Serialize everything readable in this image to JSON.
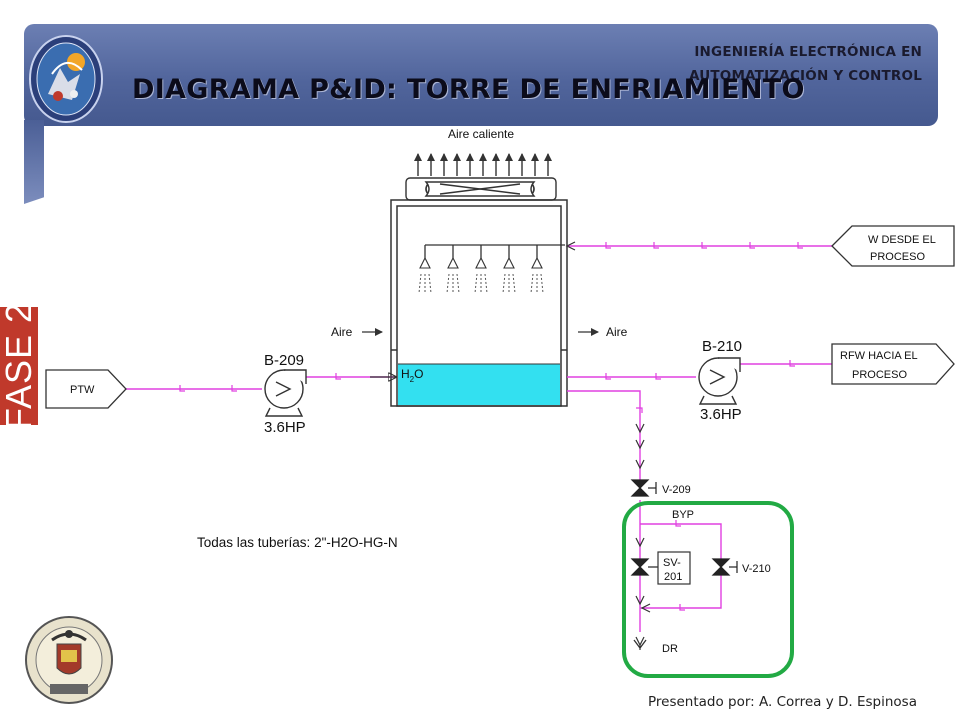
{
  "header": {
    "institution_line1": "INGENIERÍA ELECTRÓNICA EN",
    "institution_line2": "AUTOMATIZACIÓN Y CONTROL",
    "title": "DIAGRAMA P&ID: TORRE DE ENFRIAMIENTO"
  },
  "side_tab": {
    "label": "FASE 2",
    "color": "#c0392b"
  },
  "diagram": {
    "hot_air": "Aire caliente",
    "air_in": "Aire",
    "air_out": "Aire",
    "water": "H",
    "water_sub": "2",
    "water_o": "O",
    "source_ptw": "PTW",
    "inlet_line1": "W DESDE EL",
    "inlet_line2": "PROCESO",
    "outlet_line1": "RFW HACIA EL",
    "outlet_line2": "PROCESO",
    "pump1_tag": "B-209",
    "pump1_power": "3.6HP",
    "pump2_tag": "B-210",
    "pump2_power": "3.6HP",
    "valve1": "V-209",
    "valve2": "V-210",
    "solenoid_line1": "SV-",
    "solenoid_line2": "201",
    "bypass": "BYP",
    "drain": "DR",
    "piping_note": "Todas las tuberías: 2\"-H2O-HG-N",
    "colors": {
      "pipe": "#e040e0",
      "water": "#33e0f0",
      "highlight": "#22aa44"
    }
  },
  "footer": {
    "presenter": "Presentado por: A. Correa y D. Espinosa"
  }
}
